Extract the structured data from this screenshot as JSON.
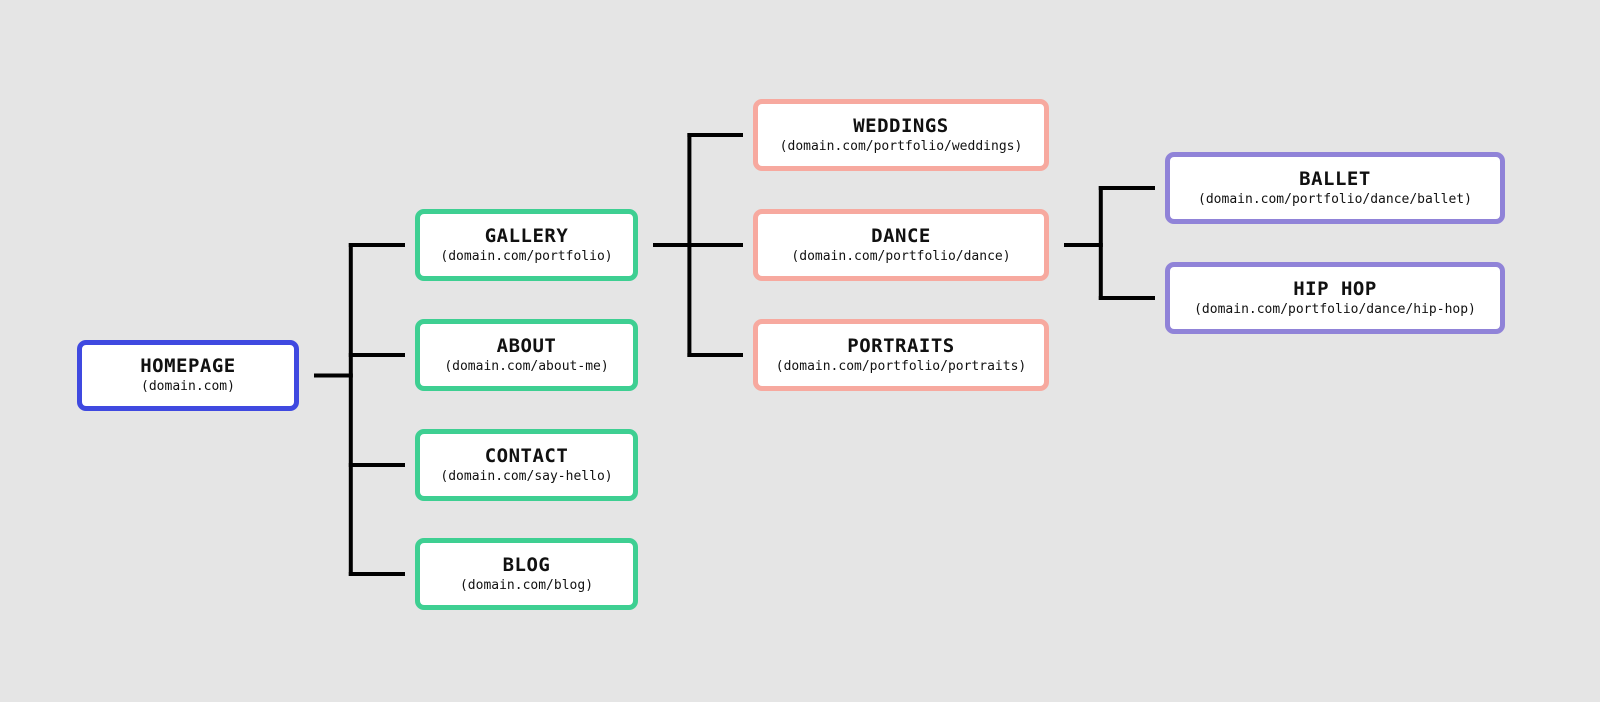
{
  "colors": {
    "background": "#e5e5e5",
    "connector": "#000000",
    "level0": "#3f49e0",
    "level1": "#3ecf92",
    "level2": "#f7a99f",
    "level3": "#9083d8"
  },
  "nodes": {
    "homepage": {
      "title": "HOMEPAGE",
      "url": "(domain.com)",
      "level": 0
    },
    "gallery": {
      "title": "GALLERY",
      "url": "(domain.com/portfolio)",
      "level": 1
    },
    "about": {
      "title": "ABOUT",
      "url": "(domain.com/about-me)",
      "level": 1
    },
    "contact": {
      "title": "CONTACT",
      "url": "(domain.com/say-hello)",
      "level": 1
    },
    "blog": {
      "title": "BLOG",
      "url": "(domain.com/blog)",
      "level": 1
    },
    "weddings": {
      "title": "WEDDINGS",
      "url": "(domain.com/portfolio/weddings)",
      "level": 2
    },
    "dance": {
      "title": "DANCE",
      "url": "(domain.com/portfolio/dance)",
      "level": 2
    },
    "portraits": {
      "title": "PORTRAITS",
      "url": "(domain.com/portfolio/portraits)",
      "level": 2
    },
    "ballet": {
      "title": "BALLET",
      "url": "(domain.com/portfolio/dance/ballet)",
      "level": 3
    },
    "hiphop": {
      "title": "HIP HOP",
      "url": "(domain.com/portfolio/dance/hip-hop)",
      "level": 3
    }
  },
  "edges": [
    {
      "from": "homepage",
      "to": [
        "gallery",
        "about",
        "contact",
        "blog"
      ]
    },
    {
      "from": "gallery",
      "to": [
        "weddings",
        "dance",
        "portraits"
      ]
    },
    {
      "from": "dance",
      "to": [
        "ballet",
        "hiphop"
      ]
    }
  ]
}
